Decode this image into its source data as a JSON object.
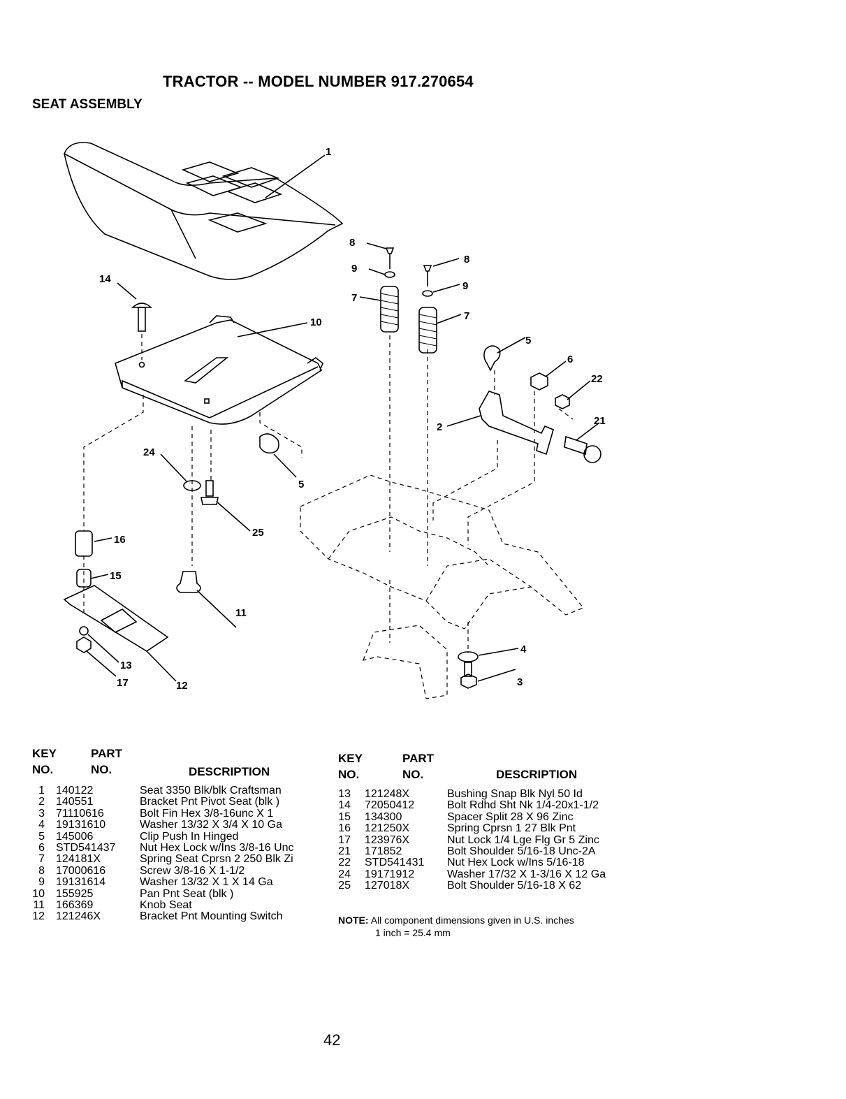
{
  "header": {
    "title": "TRACTOR -- MODEL NUMBER 917.270654",
    "subtitle": "SEAT ASSEMBLY"
  },
  "diagram": {
    "callouts": [
      "1",
      "14",
      "10",
      "8",
      "9",
      "7",
      "8",
      "9",
      "7",
      "5",
      "6",
      "22",
      "21",
      "2",
      "24",
      "5",
      "16",
      "25",
      "15",
      "11",
      "13",
      "17",
      "12",
      "4",
      "3"
    ]
  },
  "table_headers": {
    "key": "KEY",
    "no": "NO.",
    "part": "PART",
    "part_no": "NO.",
    "description": "DESCRIPTION"
  },
  "parts_left": [
    {
      "key": "1",
      "part": "140122",
      "desc": "Seat 3350 Blk/blk Craftsman"
    },
    {
      "key": "2",
      "part": "140551",
      "desc": "Bracket Pnt Pivot Seat (blk )"
    },
    {
      "key": "3",
      "part": "71110616",
      "desc": "Bolt Fin Hex 3/8-16unc X 1"
    },
    {
      "key": "4",
      "part": "19131610",
      "desc": "Washer 13/32 X 3/4 X 10 Ga"
    },
    {
      "key": "5",
      "part": "145006",
      "desc": "Clip Push In Hinged"
    },
    {
      "key": "6",
      "part": "STD541437",
      "desc": "Nut Hex Lock w/Ins 3/8-16 Unc"
    },
    {
      "key": "7",
      "part": "124181X",
      "desc": "Spring Seat Cprsn 2 250 Blk Zi"
    },
    {
      "key": "8",
      "part": "17000616",
      "desc": "Screw 3/8-16 X 1-1/2"
    },
    {
      "key": "9",
      "part": "19131614",
      "desc": "Washer 13/32 X 1 X 14 Ga"
    },
    {
      "key": "10",
      "part": "155925",
      "desc": "Pan Pnt Seat (blk )"
    },
    {
      "key": "11",
      "part": "166369",
      "desc": "Knob Seat"
    },
    {
      "key": "12",
      "part": "121246X",
      "desc": "Bracket Pnt Mounting Switch"
    }
  ],
  "parts_right": [
    {
      "key": "13",
      "part": "121248X",
      "desc": "Bushing Snap Blk Nyl 50 Id"
    },
    {
      "key": "14",
      "part": "72050412",
      "desc": "Bolt Rdhd Sht Nk 1/4-20x1-1/2"
    },
    {
      "key": "15",
      "part": "134300",
      "desc": "Spacer Split 28 X 96 Zinc"
    },
    {
      "key": "16",
      "part": "121250X",
      "desc": "Spring Cprsn 1 27 Blk Pnt"
    },
    {
      "key": "17",
      "part": "123976X",
      "desc": "Nut Lock 1/4 Lge Flg Gr 5 Zinc"
    },
    {
      "key": "21",
      "part": "171852",
      "desc": "Bolt Shoulder 5/16-18 Unc-2A"
    },
    {
      "key": "22",
      "part": "STD541431",
      "desc": "Nut Hex Lock w/Ins 5/16-18"
    },
    {
      "key": "24",
      "part": "19171912",
      "desc": "Washer 17/32 X 1-3/16 X 12 Ga"
    },
    {
      "key": "25",
      "part": "127018X",
      "desc": "Bolt Shoulder 5/16-18 X 62"
    }
  ],
  "note": {
    "label": "NOTE:",
    "text": "All component dimensions given in U.S. inches",
    "conversion": "1 inch = 25.4 mm"
  },
  "page_number": "42"
}
